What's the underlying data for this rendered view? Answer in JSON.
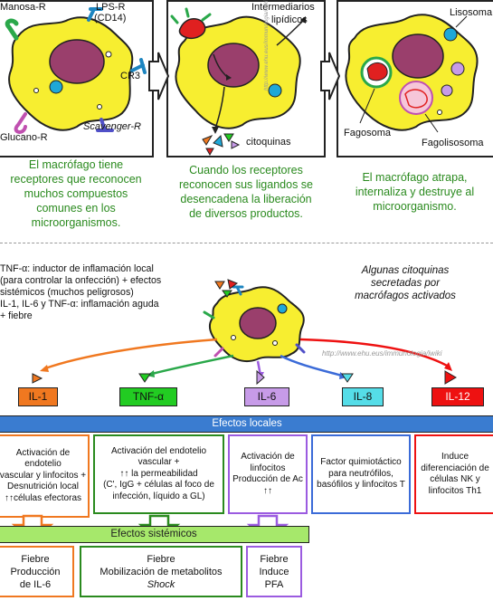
{
  "panels": [
    {
      "labels": {
        "manosa": "Manosa-R",
        "lps": "LPS-R",
        "cd14": "(CD14)",
        "cr3": "CR3",
        "glucano": "Glucano-R",
        "scavenger": "Scavenger-R"
      },
      "caption": [
        "El macrófago tiene",
        "receptores que reconocen",
        "muchos compuestos",
        "comunes en los",
        "microorganismos."
      ]
    },
    {
      "labels": {
        "intermediarios": "Intermediarios",
        "lipidicos": "lipídicos",
        "citoquinas": "citoquinas"
      },
      "url": "http://www.ehu.eus/immunologia/iwiki",
      "caption": [
        "Cuando los receptores",
        "reconocen sus ligandos se",
        "desencadena la liberación",
        "de diversos productos."
      ]
    },
    {
      "labels": {
        "lisosoma": "Lisosoma",
        "fagosoma": "Fagosoma",
        "fagolisosoma": "Fagolisosoma"
      },
      "caption": [
        "El macrófago atrapa,",
        "internaliza y destruye al",
        "microorganismo."
      ]
    }
  ],
  "notes": {
    "tnf1": "TNF-α: inductor de inflamación local",
    "tnf2": "(para controlar la onfección) + efectos",
    "tnf3": "sistémicos (muchos peligrosos)",
    "il1": "IL-1, IL-6 y TNF-α: inflamación aguda",
    "il2": "+ fiebre"
  },
  "algunas": [
    "Algunas citoquinas",
    "secretadas por",
    "macrófagos activados"
  ],
  "url2": "http://www.ehu.eus/immunologia/iwiki",
  "cytokines": [
    {
      "name": "IL-1",
      "color": "#f07820"
    },
    {
      "name": "TNF-α",
      "color": "#22cc22"
    },
    {
      "name": "IL-6",
      "color": "#c79be8"
    },
    {
      "name": "IL-8",
      "color": "#55dde8"
    },
    {
      "name": "IL-12",
      "color": "#ee1111"
    }
  ],
  "efectos_locales": "Efectos locales",
  "local_boxes": [
    [
      "Activación de endotelio",
      "vascular y linfocitos +",
      "Desnutrición local",
      "↑↑células efectoras"
    ],
    [
      "Activación del endotelio",
      "vascular +",
      "↑↑ la permeabilidad",
      "(C', IgG + células al foco de",
      "infección, líquido a GL)"
    ],
    [
      "Activación de",
      "linfocitos",
      "Producción de Ac",
      "↑↑"
    ],
    [
      "Factor quimiotáctico",
      "para neutrófilos,",
      "basófilos y linfocitos T"
    ],
    [
      "Induce",
      "diferenciación de",
      "células NK y",
      "linfocitos Th1"
    ]
  ],
  "efectos_sistemicos": "Efectos sistémicos",
  "fever_boxes": [
    [
      "Fiebre",
      "Producción",
      "de IL-6"
    ],
    [
      "Fiebre",
      "Mobilización de metabolitos",
      "Shock"
    ],
    [
      "Fiebre",
      "Induce",
      "PFA"
    ]
  ],
  "colors": {
    "cell": "#f7ee30",
    "nucleus": "#9a3f6c",
    "green_text": "#2a8a1e",
    "header_blue": "#3a7cd0",
    "sist_green": "#a6e86b"
  }
}
